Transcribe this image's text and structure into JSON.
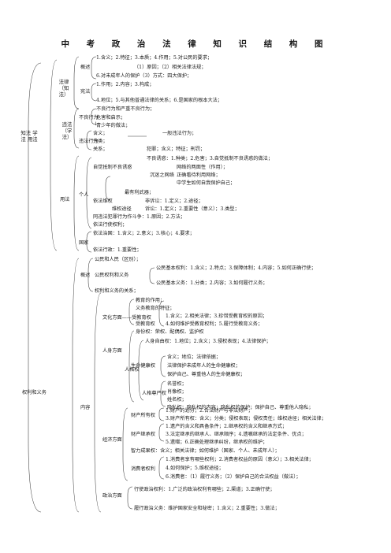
{
  "title": "中 考 政 治 法 律 知 识 结 构 图",
  "left": {
    "main1": "知法 学法 用法",
    "main2": "权利和义务"
  },
  "zhifa": {
    "label": "法律 （知法）",
    "gaishu": "概述",
    "gaishu_lines": [
      "1.含义；2.特征；3.本质；4.作用；5.对公民的要求；",
      "（1）原因；（2）相关法律法规；",
      "6.对未成年人的保护（3）方式：四大保护；"
    ],
    "xianfa": "宪法",
    "xianfa_lines": [
      "1.作用；2.内容；3.构成；",
      "4.地位；5.与其他普通法律的关系；6.是国家的根本大法；"
    ]
  },
  "weifa": {
    "label": "违法 （学法）",
    "buliang": "不良行为",
    "buliang_lines": [
      "不良行为和严重不良行为；",
      "危害和启示；",
      "青少年的做法；"
    ],
    "arrow": "↓",
    "weifa_xingwei": "违法行为",
    "hanyi": "含义；",
    "yibanweifa": "一般违法行为；",
    "fenlei": "分类；",
    "guanxi": "关系；",
    "fanzui": "犯罪；含义；特征；刑罚；"
  },
  "yongfa": {
    "label": "用法",
    "geren": "个人",
    "guojia": "国家",
    "ziwo": "自觉抵制不良诱惑",
    "ziwo_lines": [
      "不良诱惑：1.种类；2.危害；3.自觉抵制不良诱惑的做法；",
      "网络的两面性（作用）；",
      "正确看待利用网络；",
      "中学生如何自我保护自己；"
    ],
    "chenmi": "沉迷之网络",
    "yifa": "依法维权",
    "zuihaoweiquan": "最有利武器；",
    "weiquan": "维权途径",
    "feisusong": "非诉讼：1.定义；2.途径；",
    "susong": "诉讼：1.定义；2.重要性（意义）；3.类型；",
    "tongfanzui": "同违法犯罪行为作斗争：1.原因；2.方法；",
    "yifaxingshi": "依法行使权利；",
    "yifazhiguo": "依法治国：1.含义；2.意义；3.核心；4.要求；",
    "yifaxingzheng": "依法行政：1.重要性；"
  },
  "quanli": {
    "gaishu": "概述",
    "gongmin": "公民和人民（区别）；",
    "quanliyiwu": "公民权利和义务",
    "jiben_quanli": "公民基本权利：1.含义；2.特点；3.保障体制；4.内容；5.如何正确行使；",
    "jiben_yiwu": "公民基本义务：1.分类；2.内容；3.如何履行义务；",
    "guanxi": "权利和义务的关系；",
    "neirong": "内容",
    "wenhua": "文化方面——受教育权",
    "jiaoyu_lines": [
      "教育的作用；",
      "义务教育的特征；",
      "1.含义；2.相关法律；3.珍惜受教育权的原因；",
      "4.如何维护受教育权利；5.履行受教育义务；"
    ],
    "shoujiaoyu": "受教育权",
    "renshen": "人身方面",
    "shenfenquan": "身份权：荣权、配偶权、监护权",
    "renge": "人格权",
    "shengming": "生命健康权",
    "rensheng_ziyou": "人身自由权：1.地位；2.含义；3.侵权表现；4.法律保护；",
    "jiankang_lines": [
      "含义；地位；法律依据；",
      "法律保护未成年人的生命健康权；",
      "保护自己、尊重他人的生命健康权；"
    ],
    "zunyan": "人格尊严权",
    "zunyan_lines": [
      "名誉权；",
      "肖像权；",
      "姓名权；",
      "隐私权：隐私权的内容；隐私权的保护；保护自己、尊重他人隐私；"
    ],
    "jingji": "经济方面",
    "caichan": "财产所有权",
    "caichan_lines": [
      "1.财产的划分；2.合法财产与非法财产；",
      "3.财产所有权：含义；分类；侵权表现；侵权责任；维权途径；相关法律；"
    ],
    "jicheng": "财产继承权",
    "jicheng_lines": [
      "1.遗产的含义和具备条件；2.继承权的含义和继承方式；",
      "3.法定继承的继承人、继承顺序；4.遗嘱继承的法定条件、优点；",
      "5.遗赠；6.正确处理继承纠纷，继承权的维护；"
    ],
    "zhili": "智力成果权：含义；相关法律；如何维护（国家、个人、未成年人）；",
    "xiaofei": "消费者权利",
    "xiaofei_lines": [
      "1.消费者享有哪些权利；2.消费者权益的原因（意义）；3.相关法律；",
      "4.如何保护；5.维权途径；",
      "6.消费者：（1）履行义务；（2）保护自己的合法权益（做法）；"
    ],
    "zhengzhi": "政治方面",
    "zhengzhi_quanli": "行使政治权利：1.广泛的政治权利有哪些；2.渠道；3.正确行使；",
    "lvxing": "履行政治义务：维护国家安全和秘密；1.含义；2.重要性；3.做法；"
  }
}
